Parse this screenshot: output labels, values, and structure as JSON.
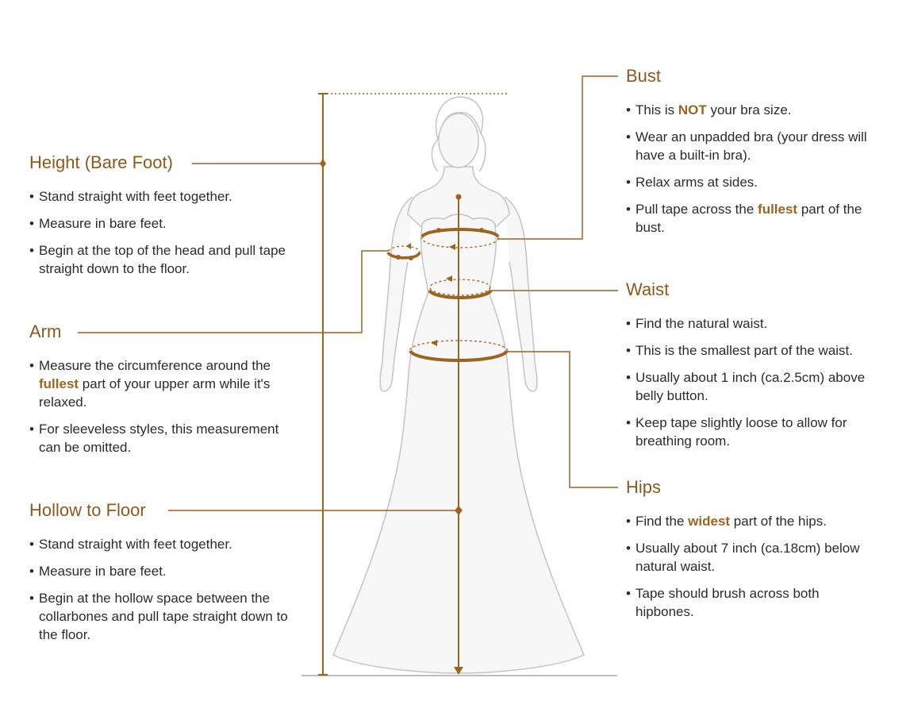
{
  "colors": {
    "accent": "#8a5a1e",
    "tape": "#9a6521",
    "outline": "#bdbdbd",
    "dress_fill": "#f7f7f7",
    "text": "#2b2b2b"
  },
  "sections": {
    "height": {
      "title": "Height (Bare Foot)",
      "items": [
        {
          "text": "Stand straight with feet together."
        },
        {
          "text": "Measure in bare feet."
        },
        {
          "text": "Begin at the top of the head and pull tape straight down to the floor."
        }
      ]
    },
    "arm": {
      "title": "Arm",
      "items": [
        {
          "before": "Measure the circumference around the ",
          "emphasis": "fullest",
          "after": " part of your upper arm while it's relaxed."
        },
        {
          "text": "For sleeveless styles, this measurement can be omitted."
        }
      ]
    },
    "hollow": {
      "title": "Hollow to Floor",
      "items": [
        {
          "text": "Stand straight with feet together."
        },
        {
          "text": "Measure in bare feet."
        },
        {
          "text": "Begin at the hollow space between the collarbones and pull tape straight down to the floor."
        }
      ]
    },
    "bust": {
      "title": "Bust",
      "items": [
        {
          "before": "This is ",
          "emphasis": "NOT",
          "after": " your bra size."
        },
        {
          "text": "Wear an unpadded bra (your dress will have a built-in bra)."
        },
        {
          "text": "Relax arms at sides."
        },
        {
          "before": "Pull tape across the ",
          "emphasis": "fullest",
          "after": " part of the bust."
        }
      ]
    },
    "waist": {
      "title": "Waist",
      "items": [
        {
          "text": "Find the natural waist."
        },
        {
          "text": "This is the smallest part of the waist."
        },
        {
          "text": "Usually about 1 inch (ca.2.5cm) above belly button."
        },
        {
          "text": "Keep tape slightly loose to allow for breathing room."
        }
      ]
    },
    "hips": {
      "title": "Hips",
      "items": [
        {
          "before": "Find the ",
          "emphasis": "widest",
          "after": " part of the hips."
        },
        {
          "text": "Usually about 7 inch (ca.18cm) below natural waist."
        },
        {
          "text": "Tape should brush across both hipbones."
        }
      ]
    }
  }
}
